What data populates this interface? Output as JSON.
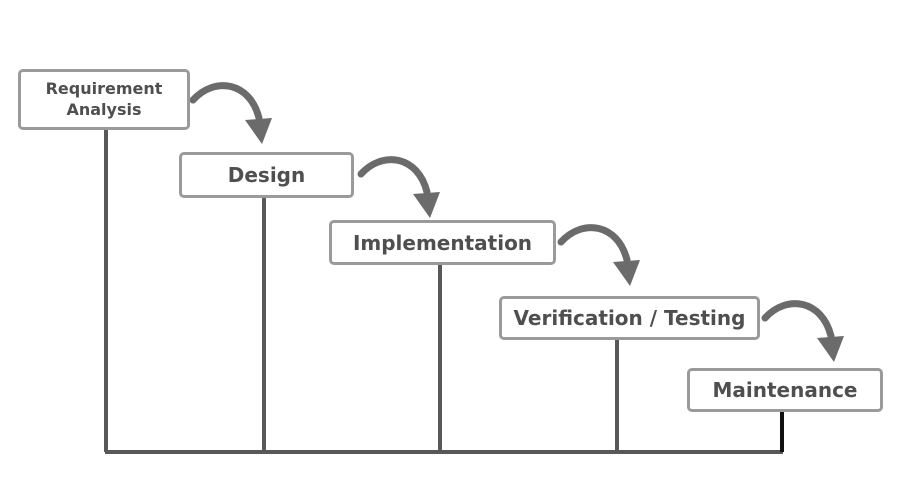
{
  "stages": [
    {
      "id": "requirement",
      "label": "Requirement Analysis"
    },
    {
      "id": "design",
      "label": "Design"
    },
    {
      "id": "implementation",
      "label": "Implementation"
    },
    {
      "id": "verification",
      "label": "Verification / Testing"
    },
    {
      "id": "maintenance",
      "label": "Maintenance"
    }
  ],
  "colors": {
    "line": "#585858",
    "arrow": "#6b6b6b",
    "box_border": "#9a9a9a",
    "text": "#4f4f4f",
    "maintenance_stub": "#111111"
  }
}
